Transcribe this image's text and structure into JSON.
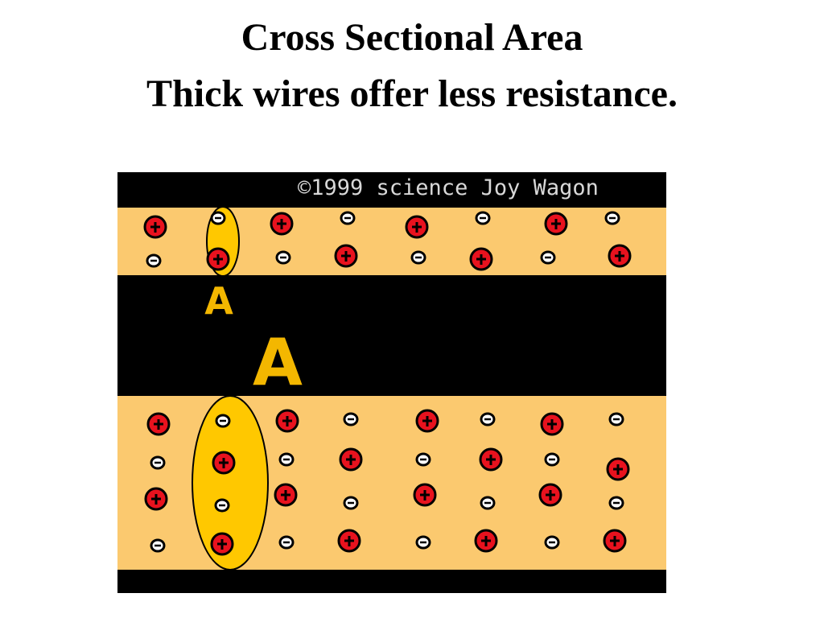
{
  "title": {
    "line1": "Cross Sectional Area",
    "line2": "Thick wires offer less resistance."
  },
  "figure": {
    "credit": "©1999 science Joy Wagon",
    "thin_wire_label": "A",
    "thick_wire_label": "A",
    "colors": {
      "background": "#000000",
      "wire": "#fbc96f",
      "cross_section": "#ffc800",
      "positive_charge": "#e8121e",
      "negative_charge": "#ffffff",
      "label": "#f3b700"
    },
    "charge_symbols": {
      "positive": "+",
      "negative": "−"
    },
    "thin_wire": {
      "row_count": 2,
      "positive_ions": 8,
      "electrons": 8
    },
    "thick_wire": {
      "row_count": 4,
      "positive_ions": 16,
      "electrons": 16
    }
  }
}
